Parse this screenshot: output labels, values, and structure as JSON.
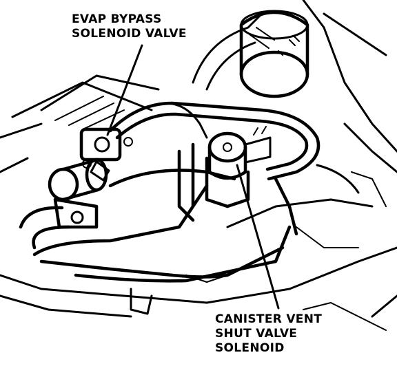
{
  "labels": {
    "evap_bypass": [
      "EVAP BYPASS",
      "SOLENOID VALVE"
    ],
    "canister_vent": [
      "CANISTER VENT",
      "SHUT VALVE",
      "SOLENOID"
    ]
  },
  "colors": {
    "line": "#000000",
    "background": "#ffffff"
  }
}
